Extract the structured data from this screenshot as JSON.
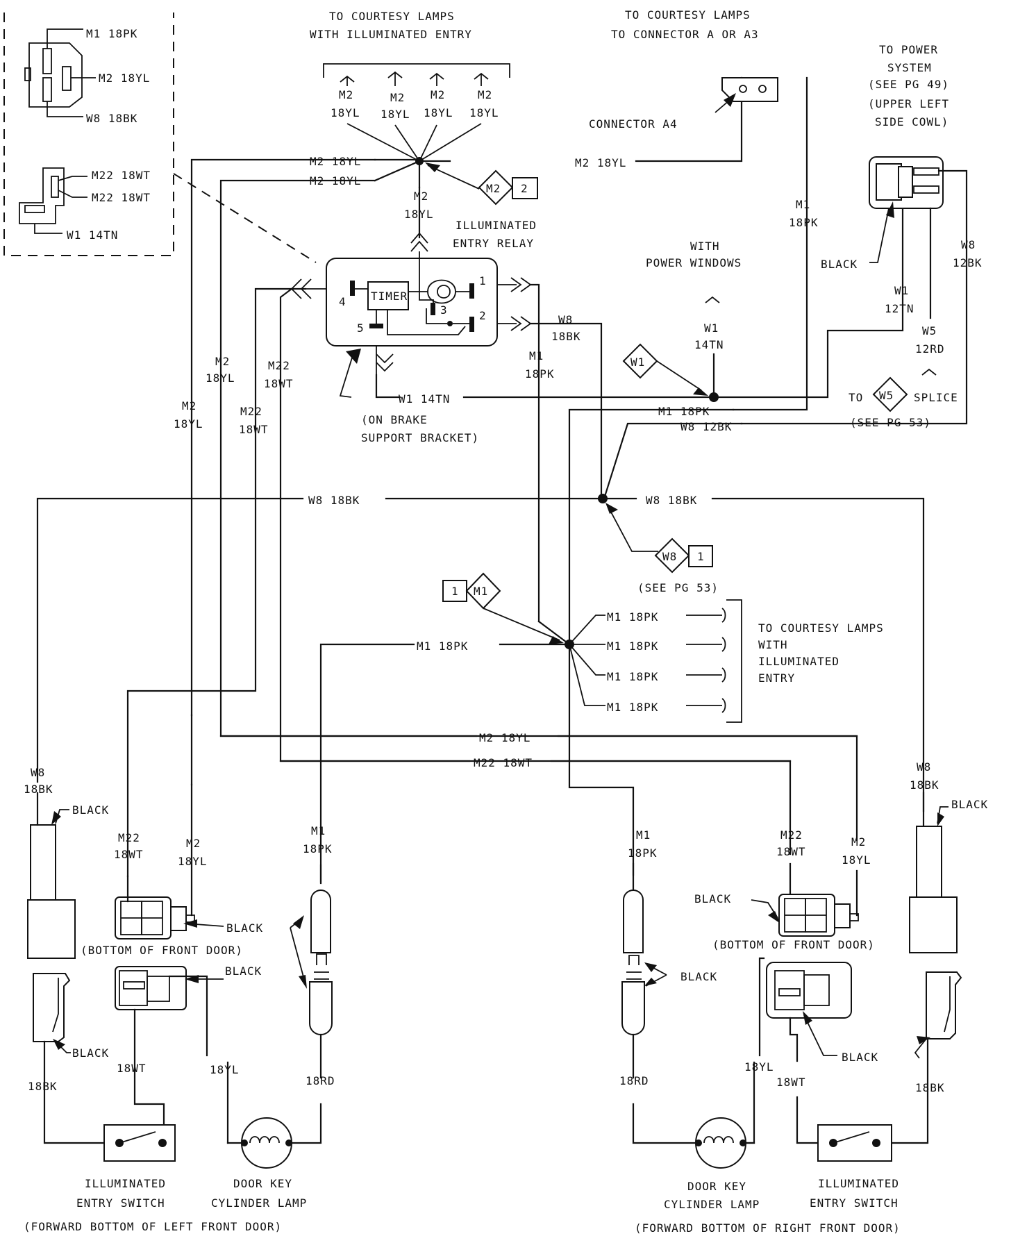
{
  "top": {
    "courtesy_lamps_ie_1": "TO COURTESY LAMPS",
    "courtesy_lamps_ie_2": "WITH ILLUMINATED ENTRY",
    "courtesy_lamps_a_1": "TO COURTESY LAMPS",
    "courtesy_lamps_a_2": "TO CONNECTOR A OR A3",
    "power_1": "TO POWER",
    "power_2": "SYSTEM",
    "power_3": "(SEE PG 49)",
    "power_4": "(UPPER LEFT",
    "power_5": "SIDE COWL)",
    "connector_a4": "CONNECTOR A4"
  },
  "inset": {
    "m1_18pk": "M1 18PK",
    "m2_18yl": "M2 18YL",
    "w8_18bk": "W8 18BK",
    "m22_a": "M22 18WT",
    "m22_b": "M22 18WT",
    "w1_14tn": "W1 14TN"
  },
  "wires": {
    "m2": "M2",
    "m1": "M1",
    "m22": "M22",
    "w8": "W8",
    "w1": "W1",
    "w5": "W5",
    "yl18": "18YL",
    "pk18": "18PK",
    "wt18": "18WT",
    "bk18": "18BK",
    "tn14": "14TN",
    "tn12": "12TN",
    "bk12": "12BK",
    "rd12": "12RD",
    "rd18": "18RD",
    "m2_18yl": "M2 18YL",
    "m1_18pk": "M1 18PK",
    "m22_18wt": "M22 18WT",
    "w8_18bk": "W8 18BK",
    "w8_12bk": "W8 12BK",
    "w1_14tn": "W1 14TN"
  },
  "relay": {
    "label_1": "ILLUMINATED",
    "label_2": "ENTRY RELAY",
    "timer": "TIMER",
    "pin1": "1",
    "pin2": "2",
    "pin3": "3",
    "pin4": "4",
    "pin5": "5",
    "mount_1": "(ON BRAKE",
    "mount_2": "SUPPORT BRACKET)"
  },
  "splices": {
    "m2_id": "M2",
    "m2_num": "2",
    "w1_id": "W1",
    "w5_id": "W5",
    "w8_id": "W8",
    "w8_num": "1",
    "m1_id": "M1",
    "m1_num": "1"
  },
  "notes": {
    "with_power_1": "WITH",
    "with_power_2": "POWER WINDOWS",
    "black": "BLACK",
    "to": "TO",
    "splice": "SPLICE",
    "see_pg53": "(SEE PG 53)",
    "courtesy_right_1": "TO COURTESY LAMPS",
    "courtesy_right_2": "WITH",
    "courtesy_right_3": "ILLUMINATED",
    "courtesy_right_4": "ENTRY",
    "bottom_front_door": "(BOTTOM OF FRONT DOOR)"
  },
  "bottom": {
    "switch_1": "ILLUMINATED",
    "switch_2": "ENTRY SWITCH",
    "lamp_1": "DOOR KEY",
    "lamp_2": "CYLINDER LAMP",
    "left_door": "(FORWARD BOTTOM OF LEFT FRONT DOOR)",
    "right_door": "(FORWARD BOTTOM OF RIGHT FRONT DOOR)"
  }
}
